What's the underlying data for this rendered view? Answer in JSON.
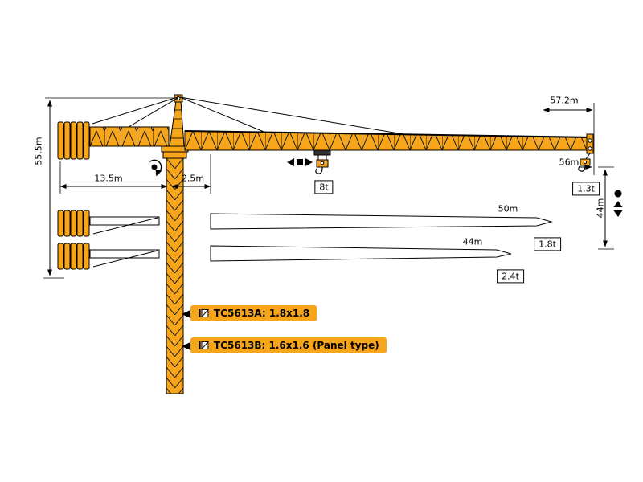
{
  "colors": {
    "crane": "#F7A61B"
  },
  "dimensions": {
    "tower_height": "55.5m",
    "counter_jib": "13.5m",
    "rear_clearance": "2.5m",
    "max_radius": "57.2m",
    "tip_radius": "56m",
    "hook_height": "44m"
  },
  "jib_options": {
    "full": {
      "tip_load": "1.3t"
    },
    "mid": {
      "length": "50m",
      "tip_load": "1.8t"
    },
    "short": {
      "length": "44m",
      "tip_load": "2.4t"
    }
  },
  "loads": {
    "max": "8t"
  },
  "models": {
    "a": "TC5613A: 1.8x1.8",
    "b": "TC5613B: 1.6x1.6 (Panel type)"
  }
}
